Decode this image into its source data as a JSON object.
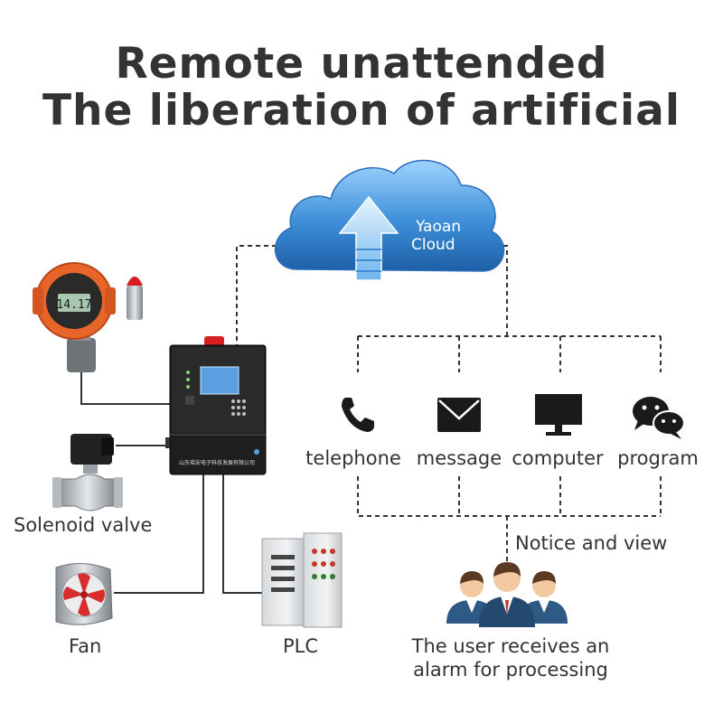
{
  "title": {
    "line1": "Remote unattended",
    "line2": "The liberation of artificial"
  },
  "cloud": {
    "line1": "Yaoan",
    "line2": "Cloud"
  },
  "controller": {
    "screen_text": "14.17",
    "label_strip": "山东瑶安电子科技发展有限公司"
  },
  "channels": [
    {
      "label": "telephone",
      "icon": "phone-icon"
    },
    {
      "label": "message",
      "icon": "envelope-icon"
    },
    {
      "label": "computer",
      "icon": "monitor-icon"
    },
    {
      "label": "program",
      "icon": "chat-bubbles-icon"
    }
  ],
  "notice": "Notice and view",
  "user_text": {
    "line1": "The user receives an",
    "line2": "alarm for processing"
  },
  "devices": {
    "valve": "Solenoid valve",
    "fan": "Fan",
    "plc": "PLC"
  },
  "colors": {
    "text": "#333333",
    "cloud": "#3d8fd8",
    "detector": "#e8652a",
    "controller": "#1e1e1e",
    "fan_blade": "#d62d2d"
  }
}
